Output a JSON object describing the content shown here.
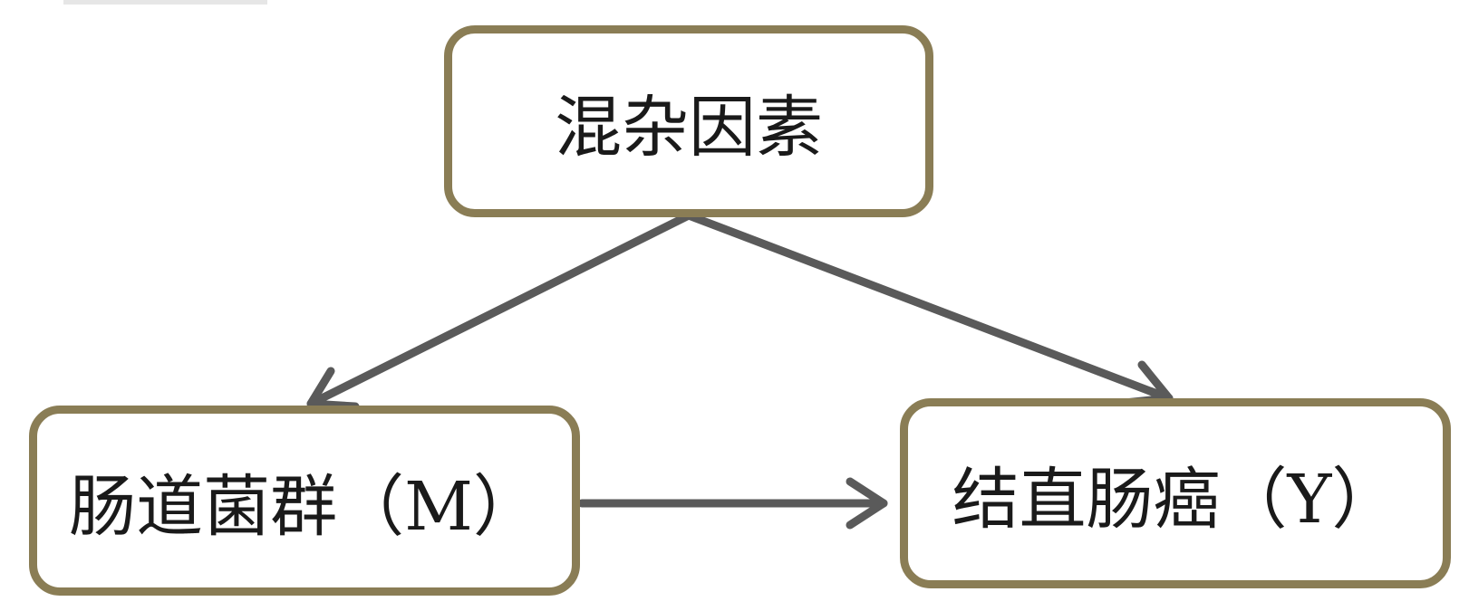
{
  "nodes": {
    "confounder": {
      "label": "混杂因素"
    },
    "microbiota": {
      "label": "肠道菌群（M）"
    },
    "crc": {
      "label": "结直肠癌（Y）"
    }
  },
  "edges": [
    {
      "from": "confounder",
      "to": "microbiota"
    },
    {
      "from": "confounder",
      "to": "crc"
    },
    {
      "from": "microbiota",
      "to": "crc"
    }
  ],
  "colors": {
    "node_border": "#8a7d55",
    "arrow": "#5a5a5a",
    "text": "#1a1a1a"
  }
}
